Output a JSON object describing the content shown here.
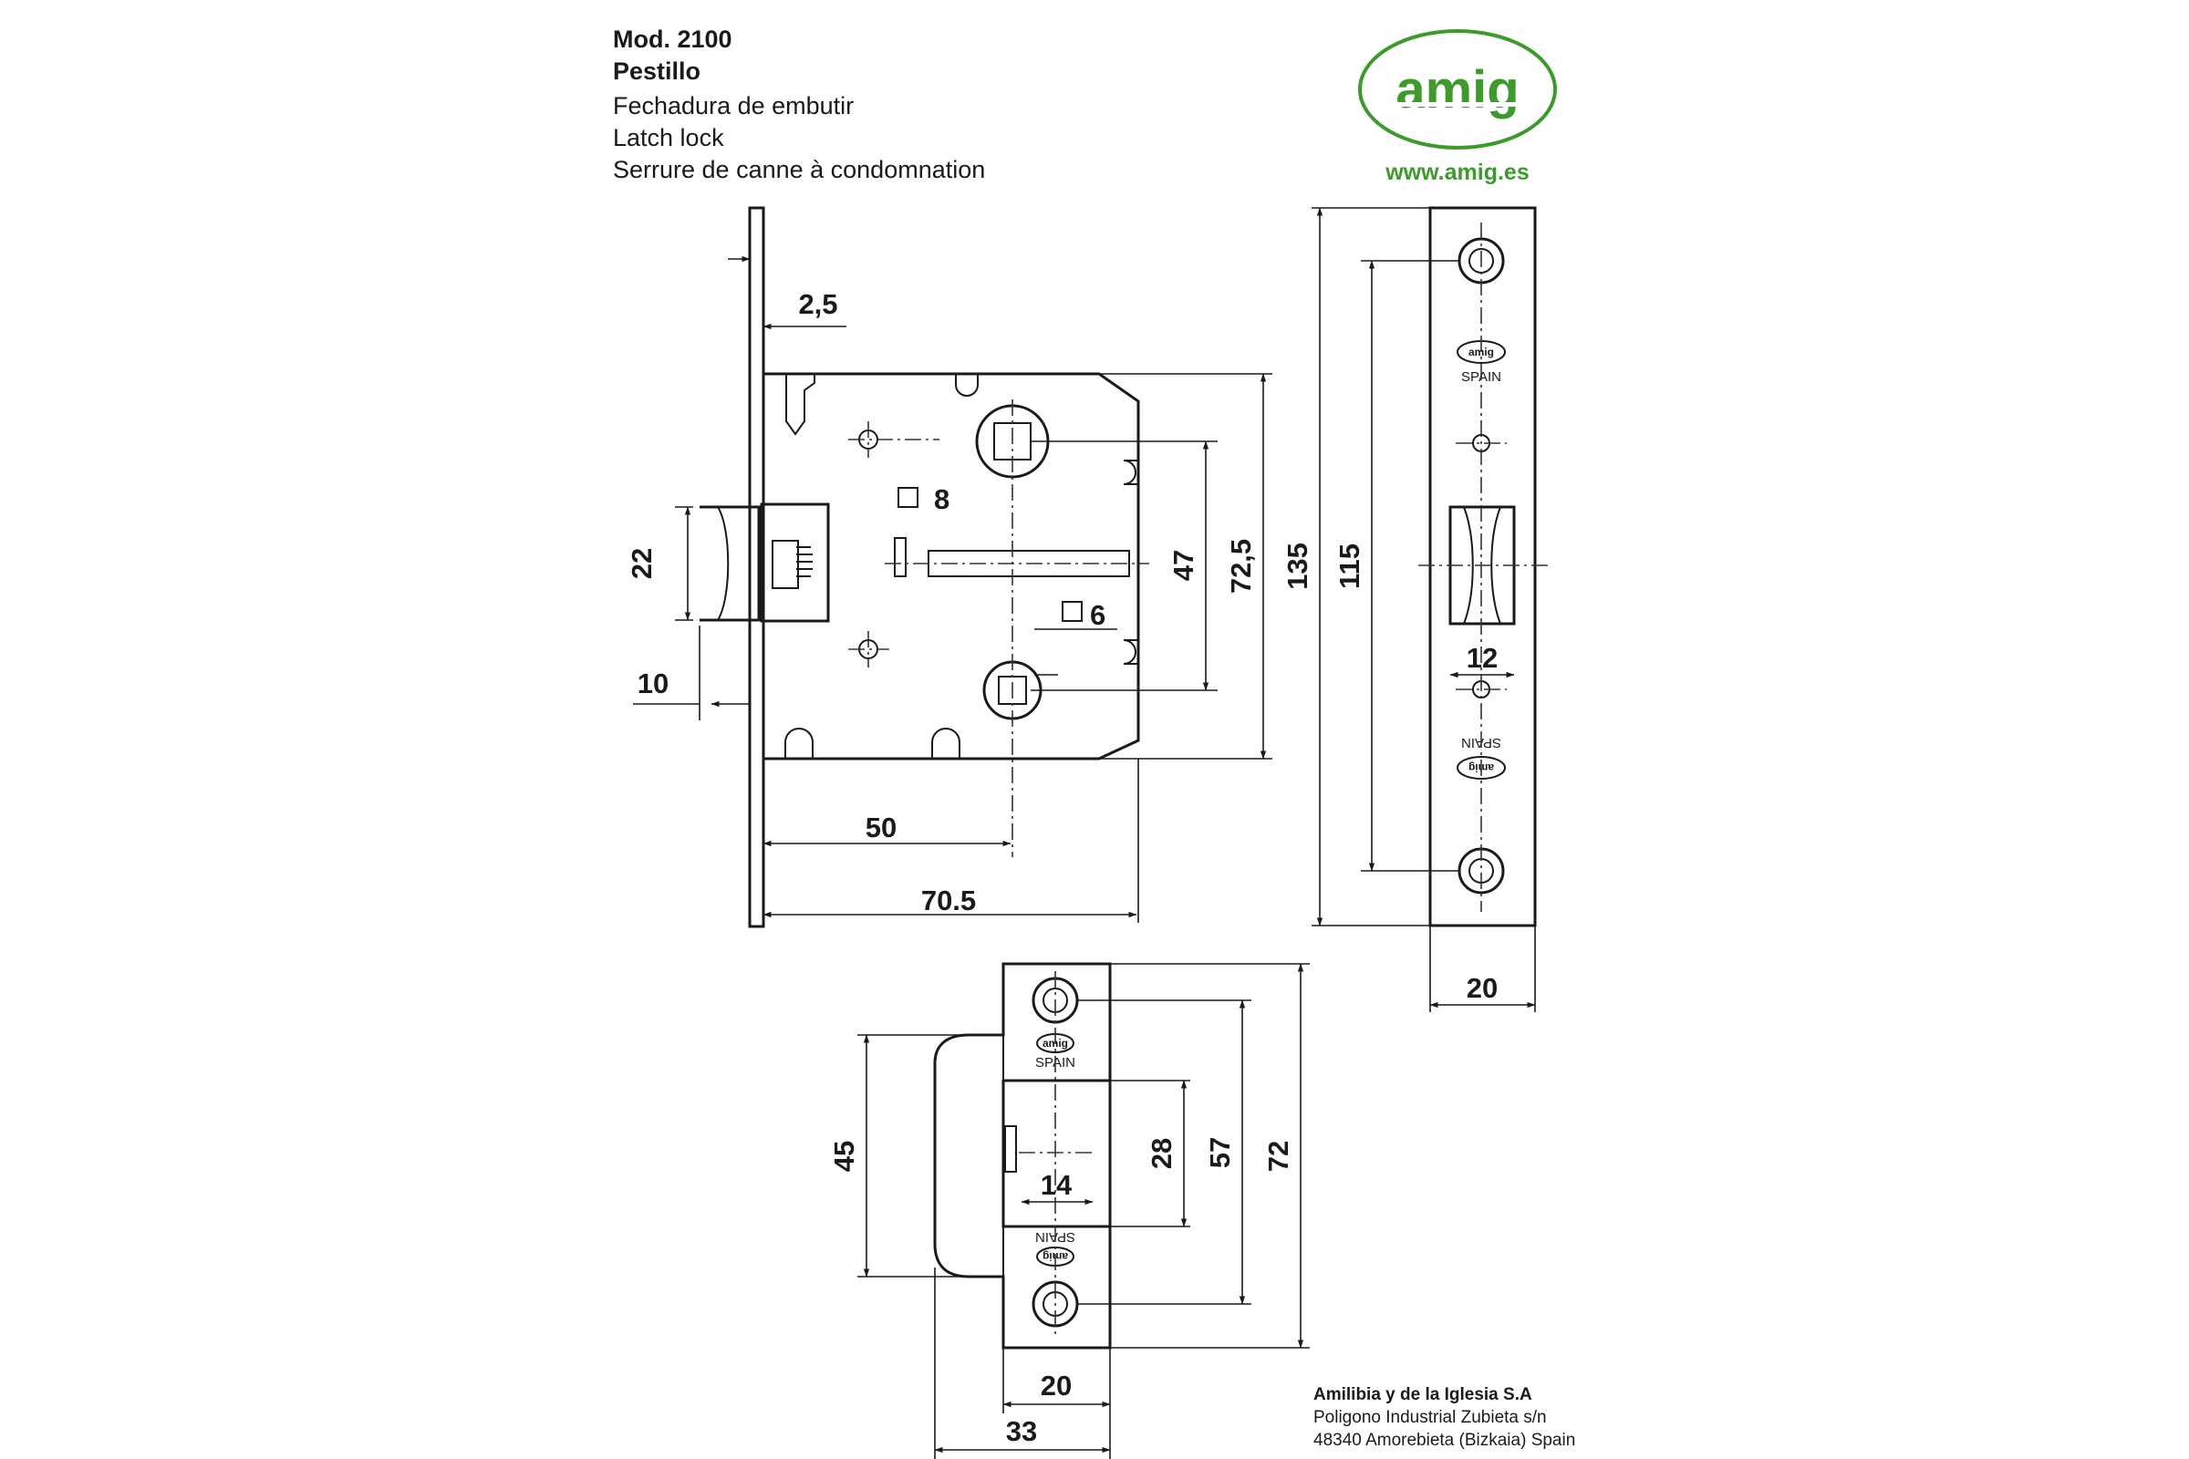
{
  "header": {
    "model": "Mod. 2100",
    "name": "Pestillo",
    "desc_es": "Fechadura de embutir",
    "desc_en": "Latch lock",
    "desc_fr": "Serrure de canne à condomnation"
  },
  "brand": {
    "logo_text": "amig",
    "website": "www.amig.es",
    "green": "#3f9a2e"
  },
  "lock_body_view": {
    "dims": {
      "faceplate_thickness": "2,5",
      "latch_height": "22",
      "latch_projection": "10",
      "spindle_square": "8",
      "lower_square": "6",
      "spindle_centers": "47",
      "case_height": "72,5",
      "backset": "50",
      "case_depth": "70.5"
    }
  },
  "faceplate_view": {
    "stamp": "SPAIN",
    "dims": {
      "total_length": "135",
      "screw_centers": "115",
      "latch_width": "12",
      "width": "20"
    }
  },
  "strike_plate_view": {
    "stamp": "SPAIN",
    "dims": {
      "lip_height": "45",
      "opening_height": "28",
      "screw_centers": "57",
      "total_height": "72",
      "opening_width": "14",
      "plate_width": "20",
      "overall_width": "33"
    }
  },
  "company": {
    "name": "Amilibia y de la Iglesia S.A",
    "address": "Poligono Industrial Zubieta s/n",
    "city": "48340 Amorebieta (Bizkaia) Spain"
  }
}
